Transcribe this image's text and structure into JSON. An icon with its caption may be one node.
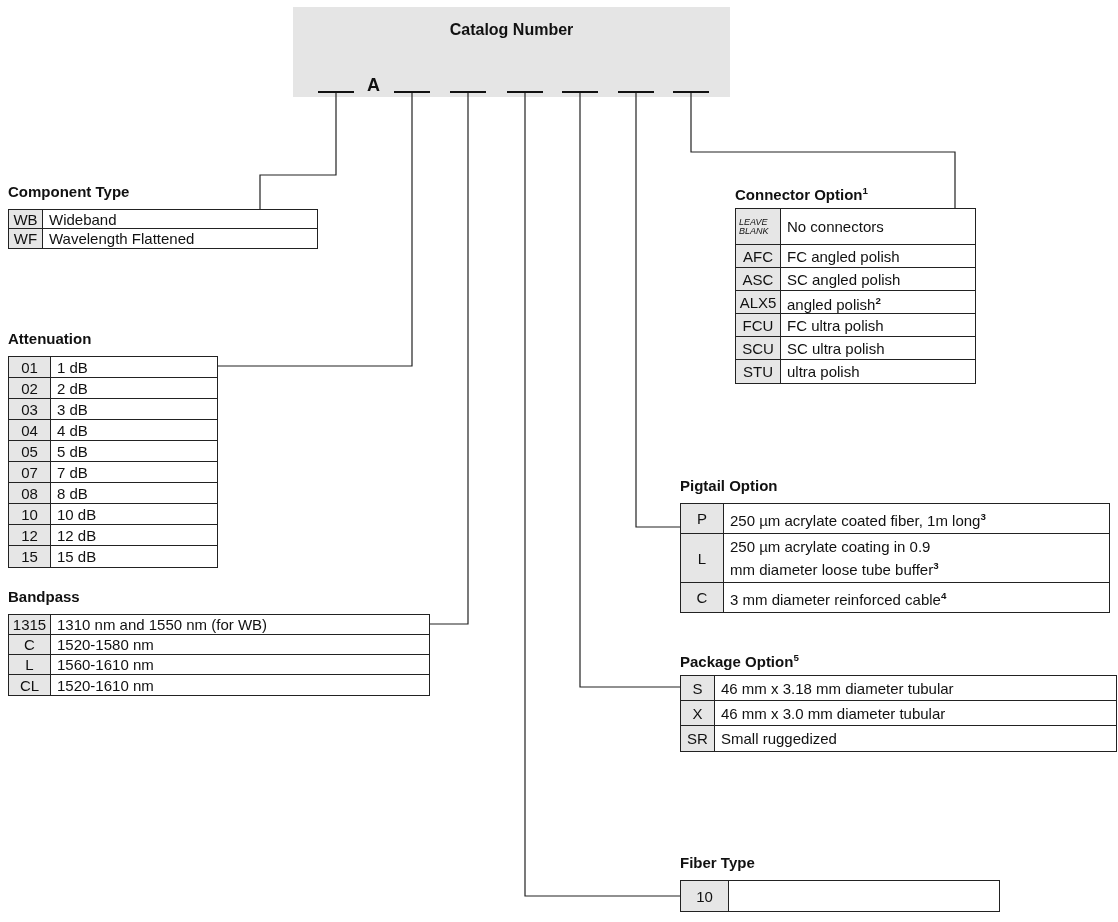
{
  "diagram": {
    "nodes": [
      {
        "text": [
          "Catalog Number",
          "A"
        ]
      },
      {
        "text": [],
        "shape": "bar",
        "in": 0
      },
      {
        "text": [],
        "shape": "bar",
        "in": 0
      },
      {
        "text": [],
        "shape": "bar",
        "in": 0
      },
      {
        "text": [],
        "shape": "bar",
        "in": 0
      },
      {
        "text": [],
        "shape": "bar",
        "in": 0
      },
      {
        "text": [],
        "shape": "bar",
        "in": 0
      },
      {
        "text": [],
        "shape": "bar",
        "in": 0
      },
      {
        "text": [
          "Component Type",
          "WB",
          "Wideband",
          "WF",
          "Wavelength Flattened"
        ]
      },
      {
        "text": [
          "Connector Option$^{1}$",
          "LEAVE BLANK",
          "No connectors",
          "AFC",
          "FC angled polish",
          "ASC",
          "SC angled polish",
          "ALX5",
          "angled polish$^{2}$",
          "FCU",
          "FC ultra polish",
          "SCU",
          "SC ultra polish",
          "STU",
          "ultra polish"
        ]
      },
      {
        "text": [
          "Attenuation",
          "01",
          "1 dB",
          "02",
          "2 dB",
          "03",
          "3 dB",
          "04",
          "4 dB",
          "05",
          "5 dB",
          "07",
          "7 dB",
          "08",
          "8 dB",
          "10",
          "10 dB",
          "12",
          "12 dB",
          "15",
          "15 dB"
        ]
      },
      {
        "text": [
          "Pigtail Option",
          "P",
          "250 µm acrylate coated fiber, 1m long$^{3}$",
          "L",
          "250 µm acrylate coating in 0.9 mm diameter loose tube buffer$^{3}$",
          "C",
          "3 mm diameter reinforced cable$^{4}$"
        ]
      },
      {
        "text": [
          "Bandpass",
          "1315",
          "1310 nm and 1550 nm (for WB)",
          "C",
          "1520-1580 nm",
          "L",
          "1560-1610 nm",
          "CL",
          "1520-1610 nm"
        ]
      },
      {
        "text": [
          "Package Option$^{5}$",
          "S",
          "46 mm x 3.18 mm diameter tubular",
          "X",
          "46 mm x 3.0 mm diameter tubular",
          "SR",
          "Small ruggedized"
        ]
      },
      {
        "text": [
          "Fiber Type",
          "10"
        ]
      }
    ],
    "edges": [
      {
        "from": 1,
        "to": 8,
        "arrow": "none"
      },
      {
        "from": 2,
        "to": 10,
        "arrow": "none"
      },
      {
        "from": 3,
        "to": 12,
        "arrow": "none"
      },
      {
        "from": 4,
        "to": 14,
        "arrow": "none"
      },
      {
        "from": 5,
        "to": 13,
        "arrow": "none"
      },
      {
        "from": 6,
        "to": 11,
        "arrow": "none"
      },
      {
        "from": 7,
        "to": 9,
        "arrow": "none"
      }
    ]
  }
}
